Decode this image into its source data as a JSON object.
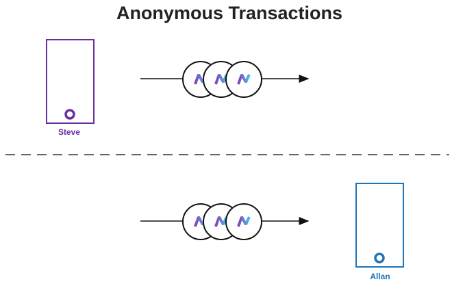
{
  "title": "Anonymous Transactions",
  "sender": {
    "name": "Steve",
    "color": "#6a2d9f"
  },
  "receiver": {
    "name": "Allan",
    "color": "#1f74b8"
  },
  "coins": {
    "symbol": "N",
    "count_per_row": 3,
    "gradient": [
      "#7b3fb0",
      "#3fb8e8"
    ]
  }
}
